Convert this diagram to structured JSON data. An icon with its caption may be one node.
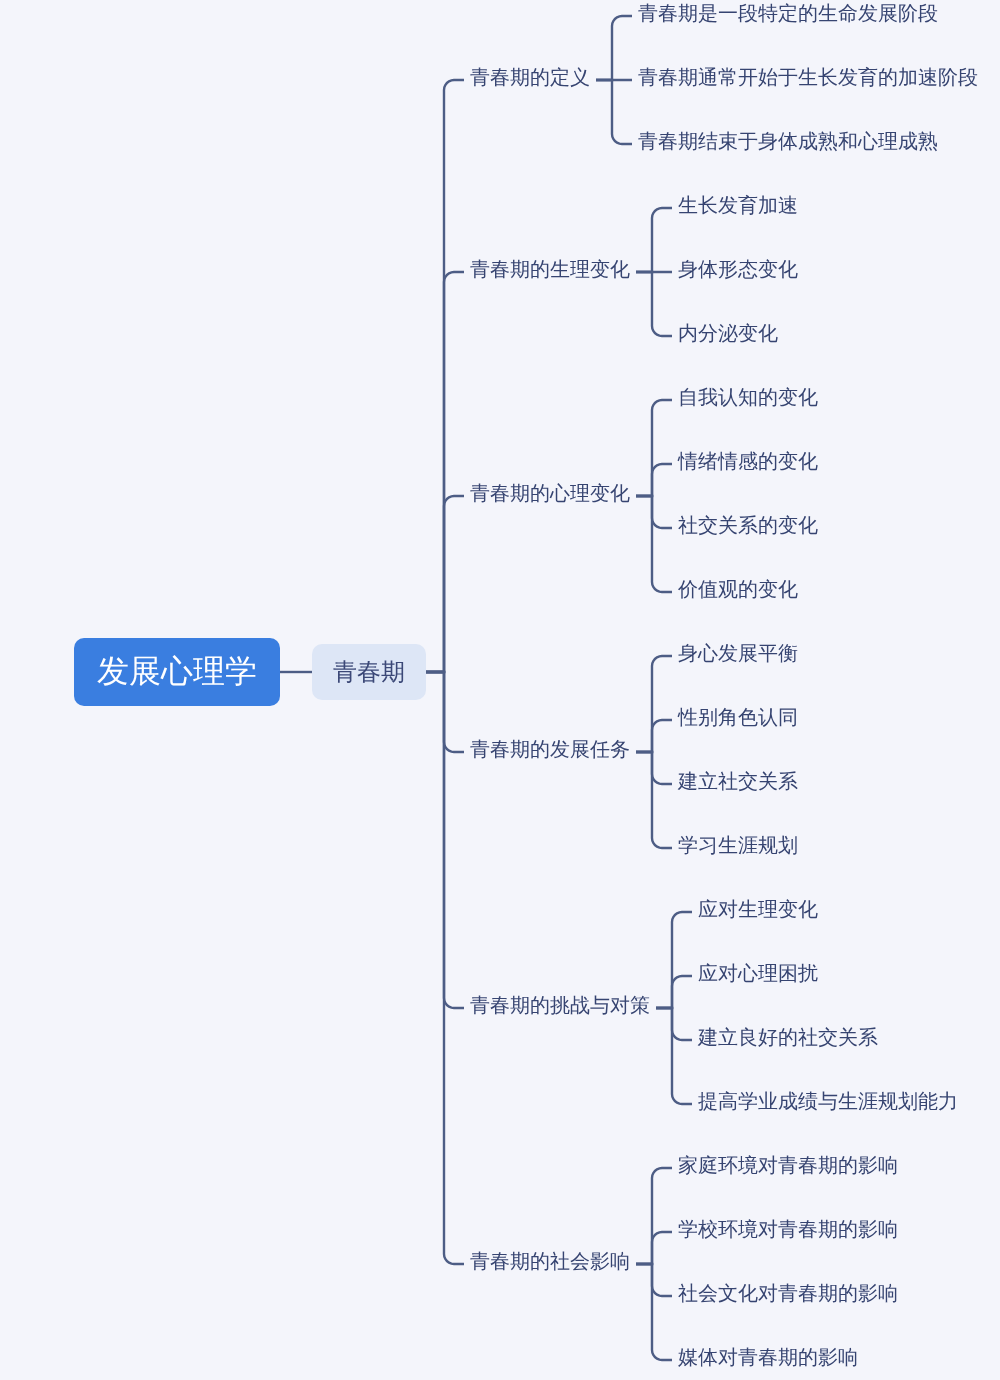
{
  "diagram": {
    "nodes": [
      {
        "text": [
          "发展心理学"
        ]
      },
      {
        "text": [
          "青春期"
        ]
      },
      {
        "text": [
          "青春期的定义"
        ]
      },
      {
        "text": [
          "青春期是一段特定的生命发展阶段"
        ]
      },
      {
        "text": [
          "青春期通常开始于生长发育的加速阶段"
        ]
      },
      {
        "text": [
          "青春期结束于身体成熟和心理成熟"
        ]
      },
      {
        "text": [
          "青春期的生理变化"
        ]
      },
      {
        "text": [
          "生长发育加速"
        ]
      },
      {
        "text": [
          "身体形态变化"
        ]
      },
      {
        "text": [
          "内分泌变化"
        ]
      },
      {
        "text": [
          "青春期的心理变化"
        ]
      },
      {
        "text": [
          "自我认知的变化"
        ]
      },
      {
        "text": [
          "情绪情感的变化"
        ]
      },
      {
        "text": [
          "社交关系的变化"
        ]
      },
      {
        "text": [
          "价值观的变化"
        ]
      },
      {
        "text": [
          "青春期的发展任务"
        ]
      },
      {
        "text": [
          "身心发展平衡"
        ]
      },
      {
        "text": [
          "性别角色认同"
        ]
      },
      {
        "text": [
          "建立社交关系"
        ]
      },
      {
        "text": [
          "学习生涯规划"
        ]
      },
      {
        "text": [
          "青春期的挑战与对策"
        ]
      },
      {
        "text": [
          "应对生理变化"
        ]
      },
      {
        "text": [
          "应对心理困扰"
        ]
      },
      {
        "text": [
          "建立良好的社交关系"
        ]
      },
      {
        "text": [
          "提高学业成绩与生涯规划能力"
        ]
      },
      {
        "text": [
          "青春期的社会影响"
        ]
      },
      {
        "text": [
          "家庭环境对青春期的影响"
        ]
      },
      {
        "text": [
          "学校环境对青春期的影响"
        ]
      },
      {
        "text": [
          "社会文化对青春期的影响"
        ]
      },
      {
        "text": [
          "媒体对青春期的影响"
        ]
      }
    ],
    "edges": [
      {
        "from": 0,
        "to": 1,
        "arrow": "none"
      },
      {
        "from": 1,
        "to": 2,
        "arrow": "none"
      },
      {
        "from": 1,
        "to": 6,
        "arrow": "none"
      },
      {
        "from": 1,
        "to": 10,
        "arrow": "none"
      },
      {
        "from": 1,
        "to": 15,
        "arrow": "none"
      },
      {
        "from": 1,
        "to": 20,
        "arrow": "none"
      },
      {
        "from": 1,
        "to": 25,
        "arrow": "none"
      },
      {
        "from": 2,
        "to": 3,
        "arrow": "none"
      },
      {
        "from": 2,
        "to": 4,
        "arrow": "none"
      },
      {
        "from": 2,
        "to": 5,
        "arrow": "none"
      },
      {
        "from": 6,
        "to": 7,
        "arrow": "none"
      },
      {
        "from": 6,
        "to": 8,
        "arrow": "none"
      },
      {
        "from": 6,
        "to": 9,
        "arrow": "none"
      },
      {
        "from": 10,
        "to": 11,
        "arrow": "none"
      },
      {
        "from": 10,
        "to": 12,
        "arrow": "none"
      },
      {
        "from": 10,
        "to": 13,
        "arrow": "none"
      },
      {
        "from": 10,
        "to": 14,
        "arrow": "none"
      },
      {
        "from": 15,
        "to": 16,
        "arrow": "none"
      },
      {
        "from": 15,
        "to": 17,
        "arrow": "none"
      },
      {
        "from": 15,
        "to": 18,
        "arrow": "none"
      },
      {
        "from": 15,
        "to": 19,
        "arrow": "none"
      },
      {
        "from": 20,
        "to": 21,
        "arrow": "none"
      },
      {
        "from": 20,
        "to": 22,
        "arrow": "none"
      },
      {
        "from": 20,
        "to": 23,
        "arrow": "none"
      },
      {
        "from": 20,
        "to": 24,
        "arrow": "none"
      },
      {
        "from": 25,
        "to": 26,
        "arrow": "none"
      },
      {
        "from": 25,
        "to": 27,
        "arrow": "none"
      },
      {
        "from": 25,
        "to": 28,
        "arrow": "none"
      },
      {
        "from": 25,
        "to": 29,
        "arrow": "none"
      }
    ]
  }
}
